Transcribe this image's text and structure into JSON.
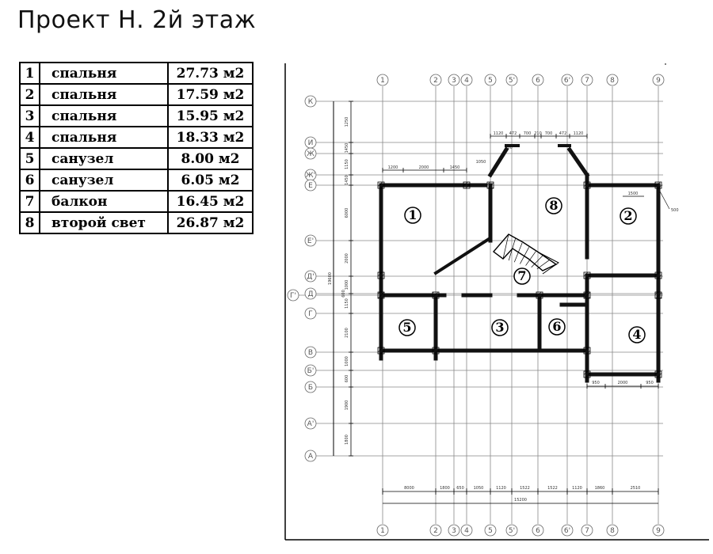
{
  "title": "Проект Н. 2й этаж",
  "rooms": [
    {
      "num": "1",
      "name": "спальня",
      "area": "27.73 м2"
    },
    {
      "num": "2",
      "name": "спальня",
      "area": "17.59 м2"
    },
    {
      "num": "3",
      "name": "спальня",
      "area": "15.95 м2"
    },
    {
      "num": "4",
      "name": "спальня",
      "area": "18.33 м2"
    },
    {
      "num": "5",
      "name": "санузел",
      "area": "8.00 м2"
    },
    {
      "num": "6",
      "name": "санузел",
      "area": "6.05 м2"
    },
    {
      "num": "7",
      "name": "балкон",
      "area": "16.45 м2"
    },
    {
      "num": "8",
      "name": "второй свет",
      "area": "26.87 м2"
    }
  ],
  "plan": {
    "column_axes": [
      "1",
      "2",
      "3",
      "4",
      "5",
      "5'",
      "6",
      "6'",
      "7",
      "8",
      "9"
    ],
    "row_axes": [
      "К",
      "И",
      "Ж",
      "Ж'",
      "Е",
      "Е'",
      "Д'",
      "Д",
      "Г'",
      "Г",
      "В",
      "Б'",
      "Б",
      "А'",
      "А"
    ],
    "room_labels": [
      "1",
      "2",
      "3",
      "4",
      "5",
      "6",
      "7",
      "8"
    ],
    "bottom_dimensions": [
      "8000",
      "1800",
      "650",
      "1050",
      "1120",
      "1522",
      "1522",
      "1120",
      "1860",
      "2510"
    ],
    "overall_width": "15200",
    "top_dimensions": [
      "1120",
      "472",
      "700",
      "210",
      "700",
      "472",
      "1120"
    ],
    "upper_left_dimensions": [
      "1200",
      "2000",
      "1450"
    ],
    "right_bottom_dimensions": [
      "950",
      "2000",
      "950"
    ],
    "left_dimensions": [
      "1250",
      "1450",
      "1150",
      "1450",
      "6000",
      "2000",
      "1000",
      "1150",
      "2100",
      "1000",
      "600",
      "1900",
      "1800"
    ],
    "left_total": "19600",
    "misc_dimensions": [
      "1500",
      "500",
      "1050",
      "600",
      "800"
    ]
  }
}
